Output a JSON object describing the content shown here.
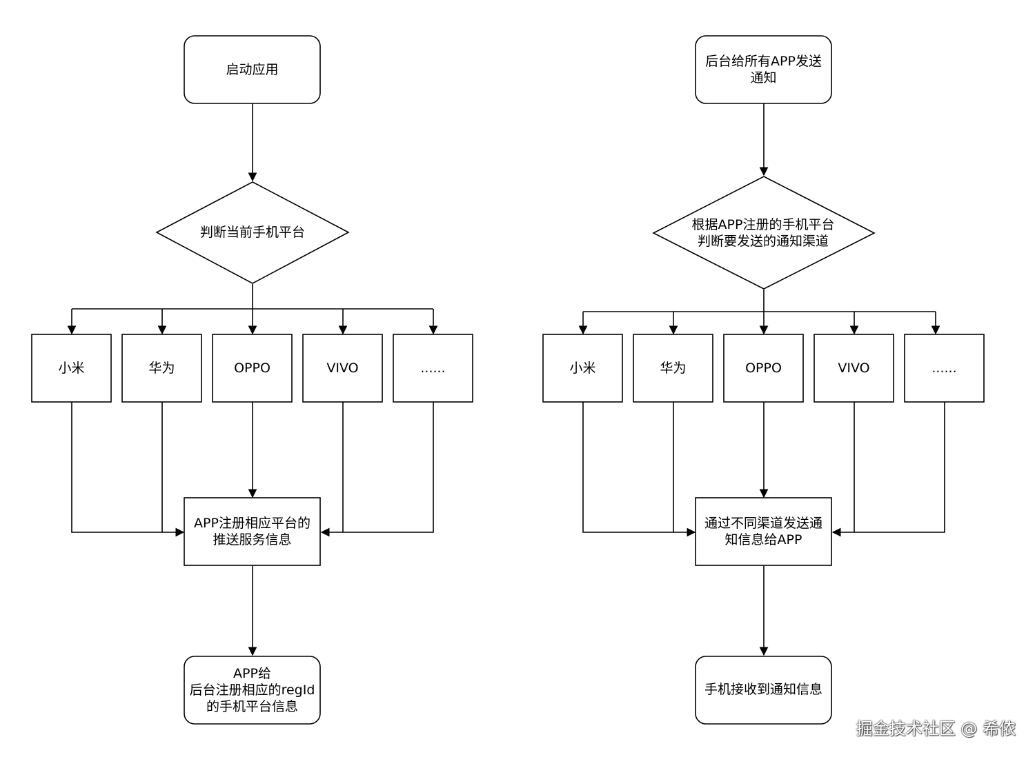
{
  "left_flow": {
    "start": "启动应用",
    "decision": "判断当前手机平台",
    "platforms": [
      "小米",
      "华为",
      "OPPO",
      "VIVO",
      "......"
    ],
    "merge": [
      "APP注册相应平台的",
      "推送服务信息"
    ],
    "end": [
      "APP给",
      "后台注册相应的regId",
      "的手机平台信息"
    ]
  },
  "right_flow": {
    "start": [
      "后台给所有APP发送",
      "通知"
    ],
    "decision": [
      "根据APP注册的手机平台",
      "判断要发送的通知渠道"
    ],
    "platforms": [
      "小米",
      "华为",
      "OPPO",
      "VIVO",
      "......"
    ],
    "merge": [
      "通过不同渠道发送通",
      "知信息给APP"
    ],
    "end": "手机接收到通知信息"
  },
  "watermark": "掘金技术社区 @ 希侬"
}
